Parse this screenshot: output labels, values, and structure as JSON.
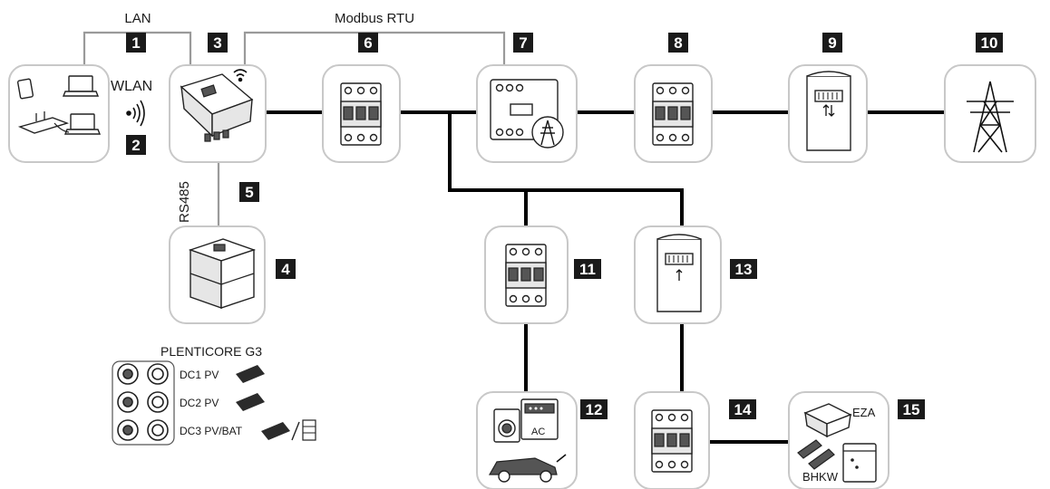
{
  "colors": {
    "badge": "#1a1a1a",
    "badge_text": "#ffffff",
    "box_border": "#c8c8c8",
    "power_line": "#000000",
    "data_line": "#9a9a9a"
  },
  "labels": {
    "lan": "LAN",
    "wlan": "WLAN",
    "modbus": "Modbus RTU",
    "rs485": "RS485",
    "plenticore": "PLENTICORE G3",
    "dc1": "DC1 PV",
    "dc2": "DC2 PV",
    "dc3": "DC3 PV/BAT",
    "eza": "EZA",
    "bhkw": "BHKW",
    "ac": "AC"
  },
  "badges": {
    "b1": "1",
    "b2": "2",
    "b3": "3",
    "b4": "4",
    "b5": "5",
    "b6": "6",
    "b7": "7",
    "b8": "8",
    "b9": "9",
    "b10": "10",
    "b11": "11",
    "b12": "12",
    "b13": "13",
    "b14": "14",
    "b15": "15"
  },
  "icons": {
    "network": "router-laptops-icon",
    "inverter": "inverter-icon",
    "breaker": "circuit-breaker-icon",
    "energy_meter": "energy-meter-icon",
    "grid_meter": "bidirectional-meter-icon",
    "consumption_meter": "meter-icon",
    "grid": "power-pylon-icon",
    "battery": "battery-stack-icon",
    "consumers": "household-consumers-icon",
    "generator": "generator-icon"
  }
}
